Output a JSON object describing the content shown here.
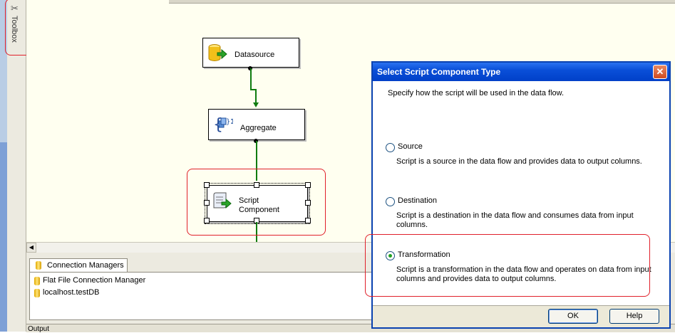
{
  "toolbox": {
    "label": "Toolbox"
  },
  "tasks": {
    "datasource": "Datasource",
    "aggregate": "Aggregate",
    "script_line1": "Script",
    "script_line2": "Component"
  },
  "connection_managers": {
    "tab_label": "Connection Managers",
    "items": [
      "Flat File Connection Manager",
      "localhost.testDB"
    ]
  },
  "output": {
    "label": "Output"
  },
  "dialog": {
    "title": "Select Script Component Type",
    "close": "✕",
    "instruction": "Specify how the script will be used in the data flow.",
    "options": [
      {
        "label": "Source",
        "description": "Script is a source in the data flow and provides data to output columns.",
        "selected": false
      },
      {
        "label": "Destination",
        "description": "Script is a destination in the data flow and consumes data from input columns.",
        "selected": false
      },
      {
        "label": "Transformation",
        "description": "Script is a transformation in the data flow and operates on data from input columns and provides data to output columns.",
        "selected": true
      }
    ],
    "ok": "OK",
    "help": "Help"
  }
}
